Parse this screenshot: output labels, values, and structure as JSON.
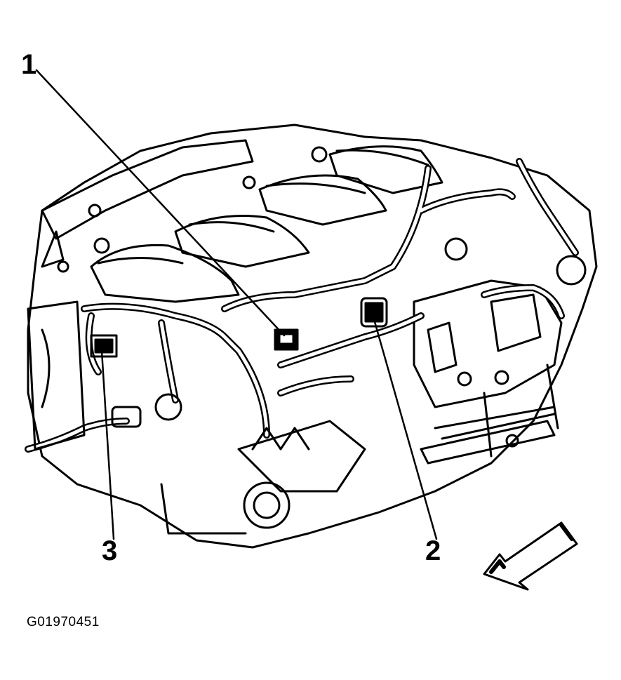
{
  "callouts": [
    {
      "number": "1"
    },
    {
      "number": "2"
    },
    {
      "number": "3"
    }
  ],
  "figure_code": "G01970451",
  "colors": {
    "line": "#000000",
    "background": "#ffffff"
  },
  "icons": {
    "direction": "front-arrow-icon"
  }
}
